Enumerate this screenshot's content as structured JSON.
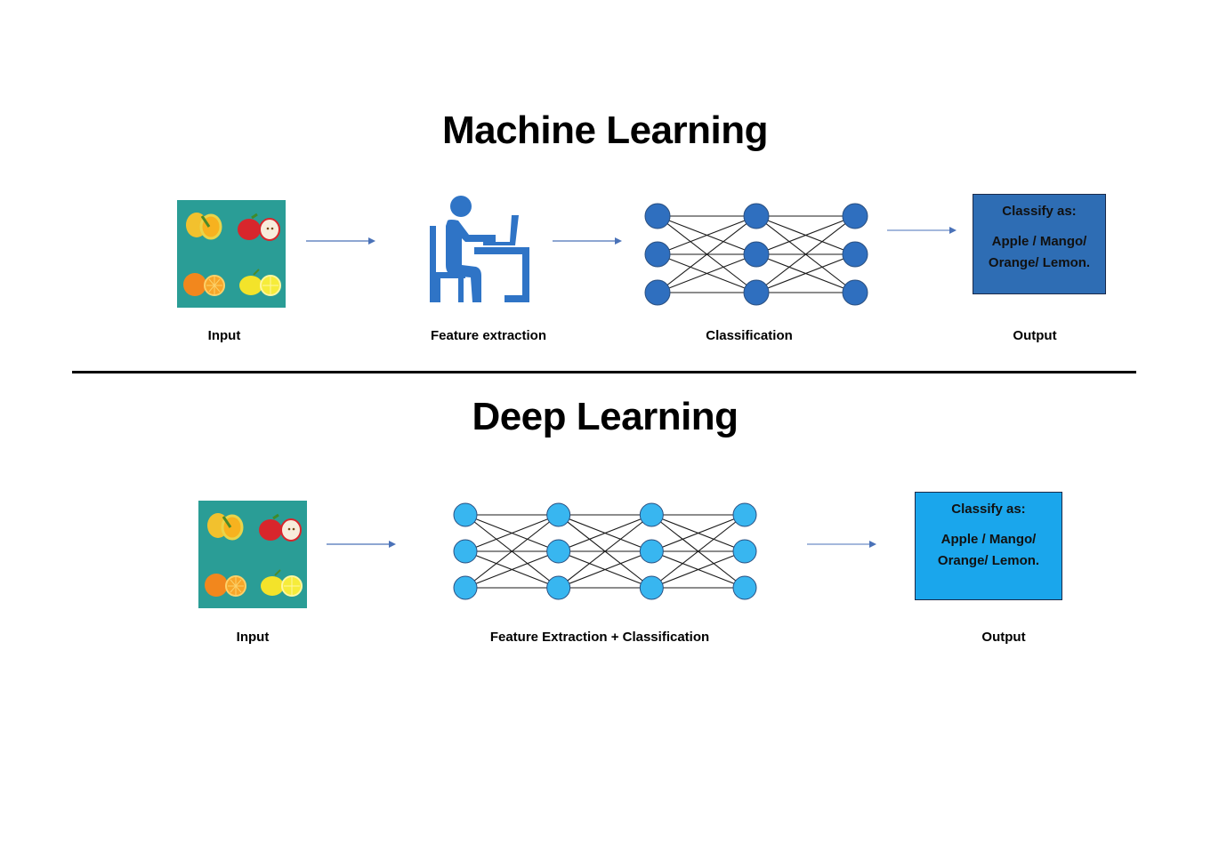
{
  "colors": {
    "ml_node": "#2f6fbf",
    "dl_node": "#38b6f0",
    "ml_output_box": "#2e6db4",
    "dl_output_box": "#1aa6ec",
    "arrow": "#4a72b8",
    "fruit_bg": "#2a9d96",
    "person_icon": "#2f74c6"
  },
  "machine_learning": {
    "title": "Machine Learning",
    "stages": [
      {
        "label": "Input",
        "icon": "fruit-image"
      },
      {
        "label": "Feature extraction",
        "icon": "person-at-desk-icon"
      },
      {
        "label": "Classification",
        "icon": "neural-network-icon"
      },
      {
        "label": "Output",
        "icon": "output-box"
      }
    ],
    "network_layers": [
      3,
      3,
      3
    ],
    "output_box": {
      "heading": "Classify as:",
      "line1": "Apple / Mango/",
      "line2": "Orange/ Lemon."
    }
  },
  "deep_learning": {
    "title": "Deep Learning",
    "stages": [
      {
        "label": "Input",
        "icon": "fruit-image"
      },
      {
        "label": "Feature Extraction + Classification",
        "icon": "neural-network-icon"
      },
      {
        "label": "Output",
        "icon": "output-box"
      }
    ],
    "network_layers": [
      3,
      3,
      3,
      3
    ],
    "output_box": {
      "heading": "Classify as:",
      "line1": "Apple / Mango/",
      "line2": "Orange/ Lemon."
    }
  },
  "fruits": [
    "Mango",
    "Apple",
    "Orange",
    "Lemon"
  ]
}
